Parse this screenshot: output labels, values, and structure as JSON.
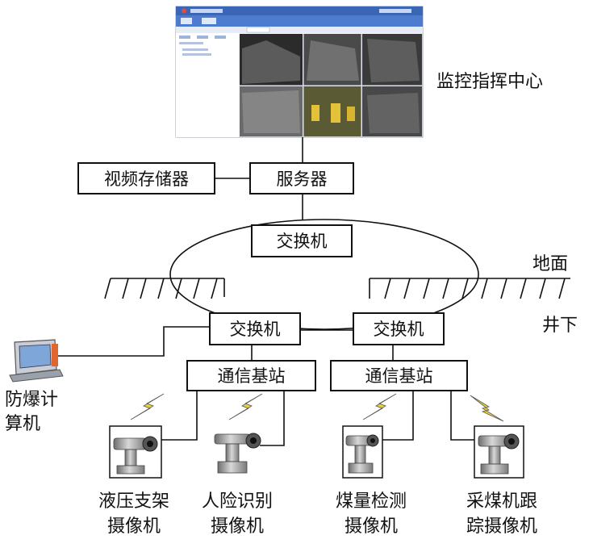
{
  "monitor_label": "监控指挥中心",
  "video_storage": "视频存储器",
  "server": "服务器",
  "switch_top": "交换机",
  "ground_label": "地面",
  "underground_label": "井下",
  "switch_left": "交换机",
  "switch_right": "交换机",
  "base_station_left": "通信基站",
  "base_station_right": "通信基站",
  "explosion_proof_computer": [
    "防爆计",
    "算机"
  ],
  "cameras": [
    {
      "line1": "液压支架",
      "line2": "摄像机"
    },
    {
      "line1": "人险识别",
      "line2": "摄像机"
    },
    {
      "line1": "煤量检测",
      "line2": "摄像机"
    },
    {
      "line1": "采煤机跟",
      "line2": "踪摄像机"
    }
  ]
}
